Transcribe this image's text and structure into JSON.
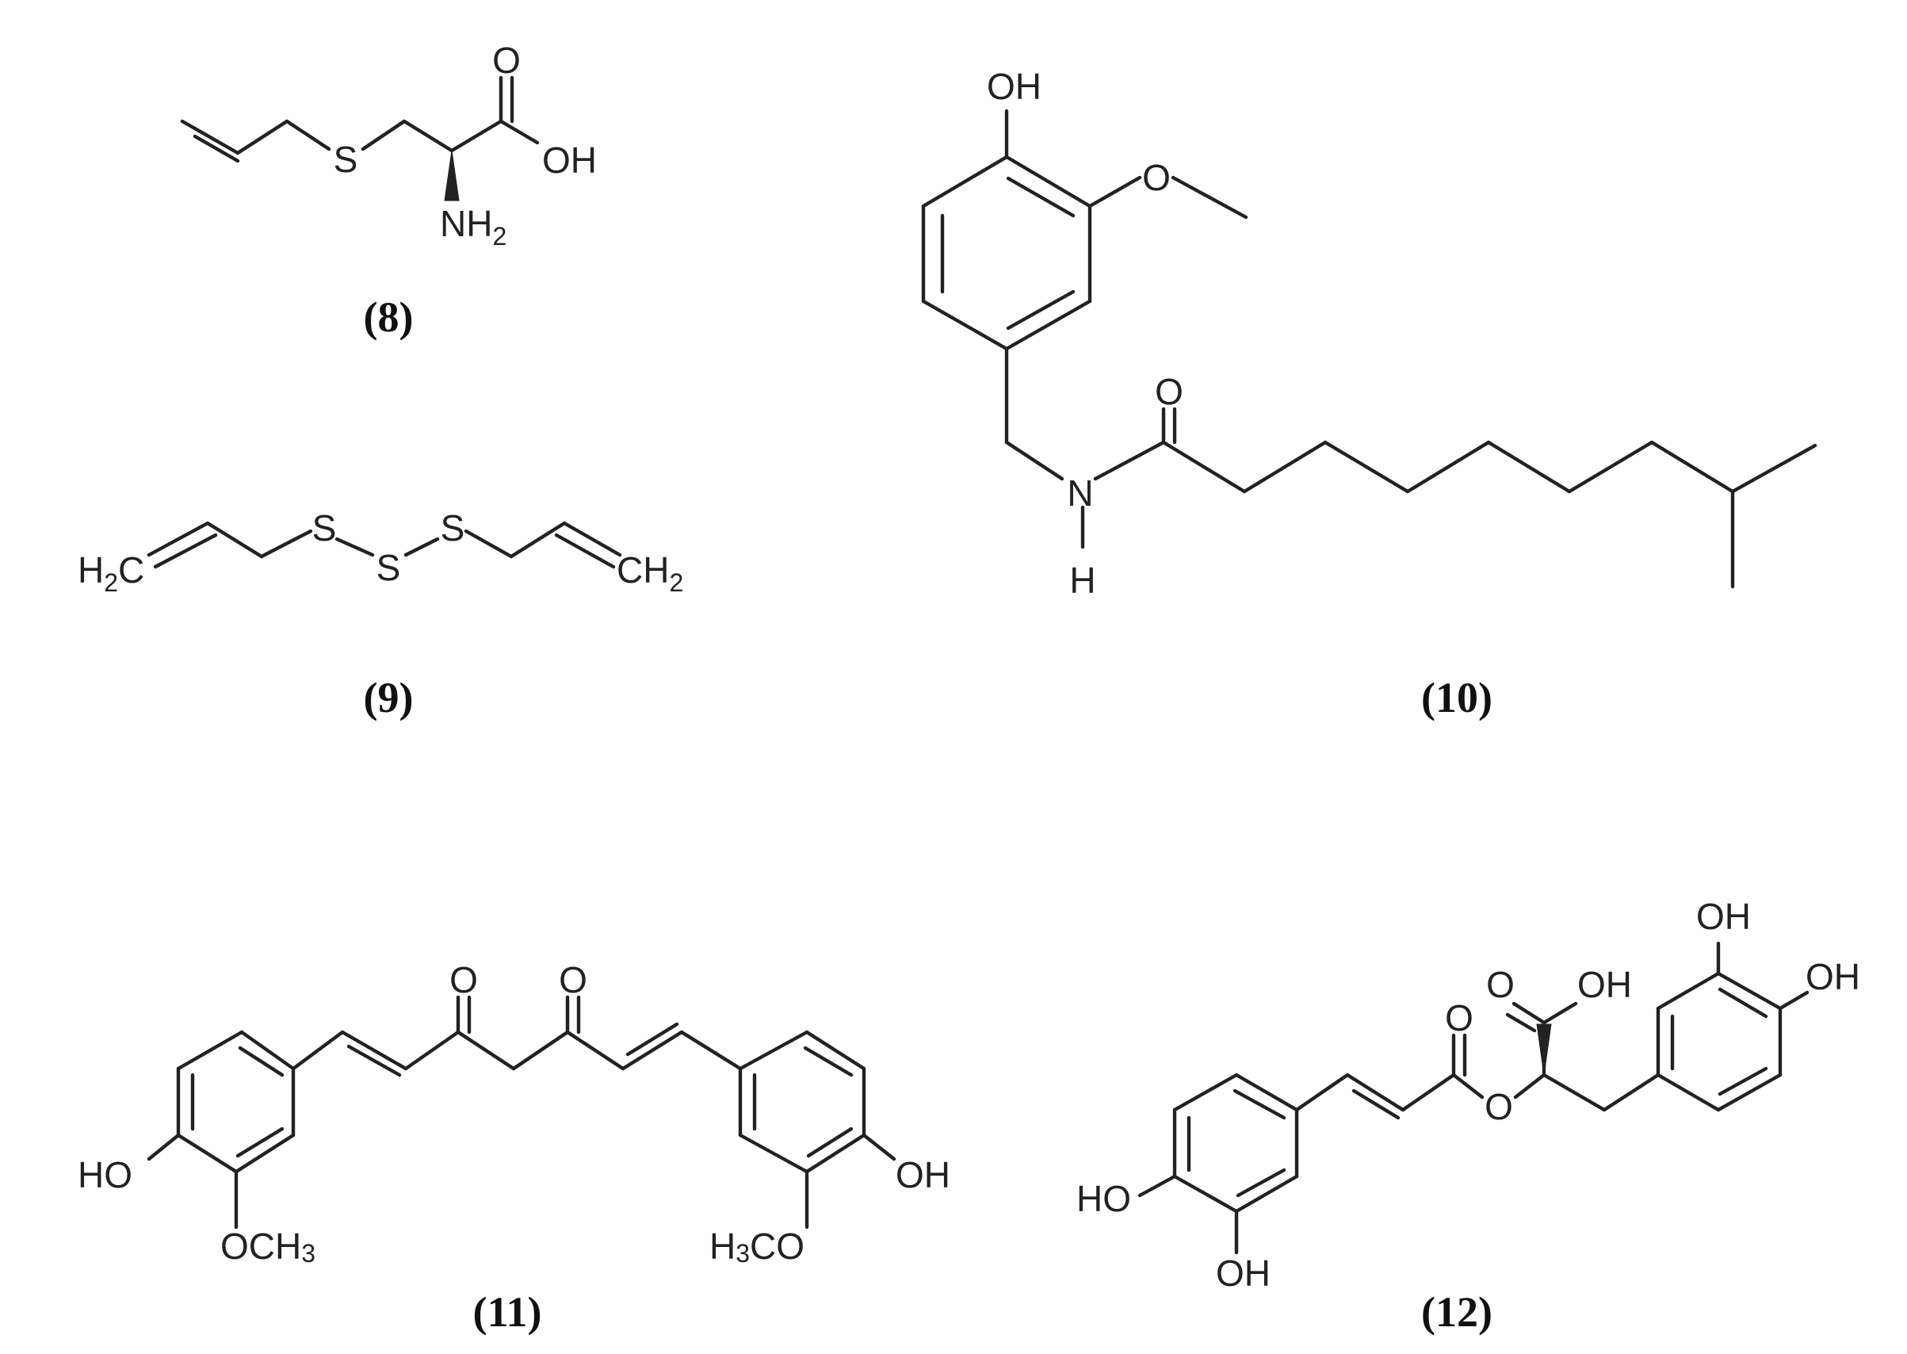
{
  "figure": {
    "bond_color": "#222222",
    "captions": {
      "c8": "(8)",
      "c9": "(9)",
      "c10": "(10)",
      "c11": "(11)",
      "c12": "(12)"
    },
    "labels": {
      "m8_s": "S",
      "m8_o": "O",
      "m8_oh": "OH",
      "m8_nh": "NH",
      "m8_sub2": "2",
      "m9_h": "H",
      "m9_sub2a": "2",
      "m9_c": "C",
      "m9_s1": "S",
      "m9_s2": "S",
      "m9_s3": "S",
      "m9_ch": "CH",
      "m9_sub2b": "2",
      "m10_oh": "OH",
      "m10_o_ether": "O",
      "m10_o_carbonyl": "O",
      "m10_n": "N",
      "m10_h": "H",
      "m11_o1": "O",
      "m11_o2": "O",
      "m11_ho": "HO",
      "m11_oc": "OC",
      "m11_h3": "H",
      "m11_sub3a": "3",
      "m11_sub3b": "3",
      "m11_h3b": "H",
      "m11_co": "CO",
      "m11_oh": "OH",
      "m12_oh_top": "OH",
      "m12_oh_right": "OH",
      "m12_o_acid": "O",
      "m12_oh_acid": "OH",
      "m12_o_ester_c": "O",
      "m12_o_ester": "O",
      "m12_ho": "HO",
      "m12_oh_bottom": "OH"
    }
  }
}
